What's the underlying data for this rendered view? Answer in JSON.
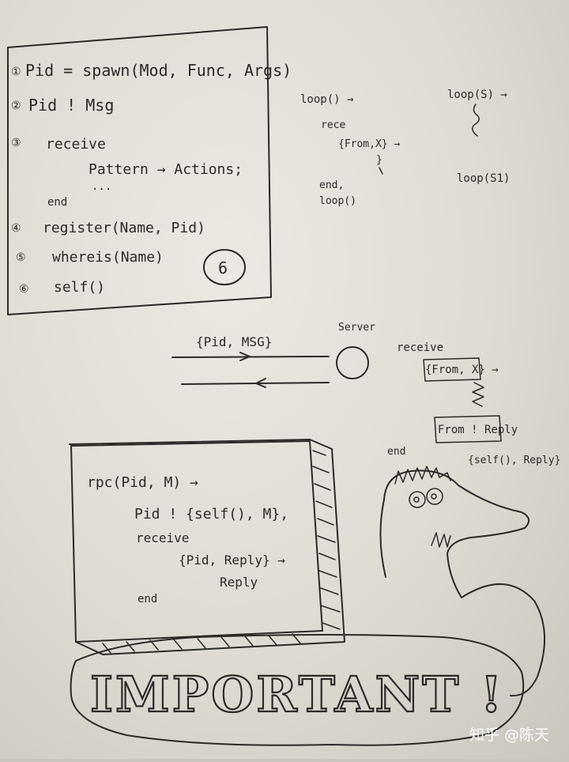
{
  "notes_box": {
    "lines": [
      "Pid = spawn(Mod, Func, Args)",
      "Pid ! Msg",
      "receive",
      "Pattern → Actions;",
      "...",
      "end",
      "register(Name, Pid)",
      "whereis(Name)",
      "self()"
    ],
    "numbers": [
      "①",
      "②",
      "③",
      "④",
      "⑤",
      "⑥"
    ],
    "circled_total": "6"
  },
  "loop_notes": {
    "loop_def": "loop() →",
    "receive": "rece",
    "pattern": "{From,X} →",
    "brace": "}",
    "end": "end,",
    "loop_call": "loop()",
    "loop_s": "loop(S) →",
    "loop_s1": "loop(S1)"
  },
  "server_diagram": {
    "message": "{Pid, MSG}",
    "server_label": "Server",
    "receive": "receive",
    "pattern": "{From, X} →",
    "send": "From ! Reply",
    "end": "end",
    "reply_tuple": "{self(), Reply}"
  },
  "rpc_box": {
    "lines": [
      "rpc(Pid, M) →",
      "Pid ! {self(), M},",
      "receive",
      "{Pid, Reply} →",
      "Reply",
      "end"
    ]
  },
  "banner": {
    "text": "IMPORTANT !"
  },
  "watermark": "知乎 @陈天"
}
